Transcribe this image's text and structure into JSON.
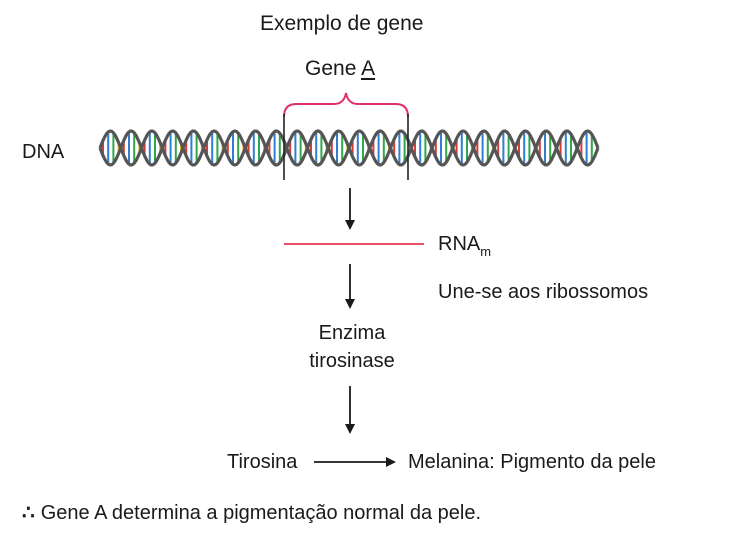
{
  "title": "Exemplo de gene",
  "gene_label": {
    "prefix": "Gene ",
    "letter": "A"
  },
  "dna_label": "DNA",
  "rna": {
    "base": "RNA",
    "subscript": "m"
  },
  "ribosome_note": "Une-se aos ribossomos",
  "enzyme": {
    "line1": "Enzima",
    "line2": "tirosinase"
  },
  "reaction": {
    "substrate": "Tirosina",
    "product": "Melanina: Pigmento da pele"
  },
  "conclusion": {
    "symbol": "∴",
    "text": "Gene A determina a pigmentação normal da pele."
  },
  "colors": {
    "text": "#1a1a1a",
    "rna_line": "#e8506a",
    "helix_strand": "#555555",
    "base_pairs": [
      "#d63b3b",
      "#2f7fd1",
      "#2ea64a",
      "#e3b21c"
    ]
  }
}
